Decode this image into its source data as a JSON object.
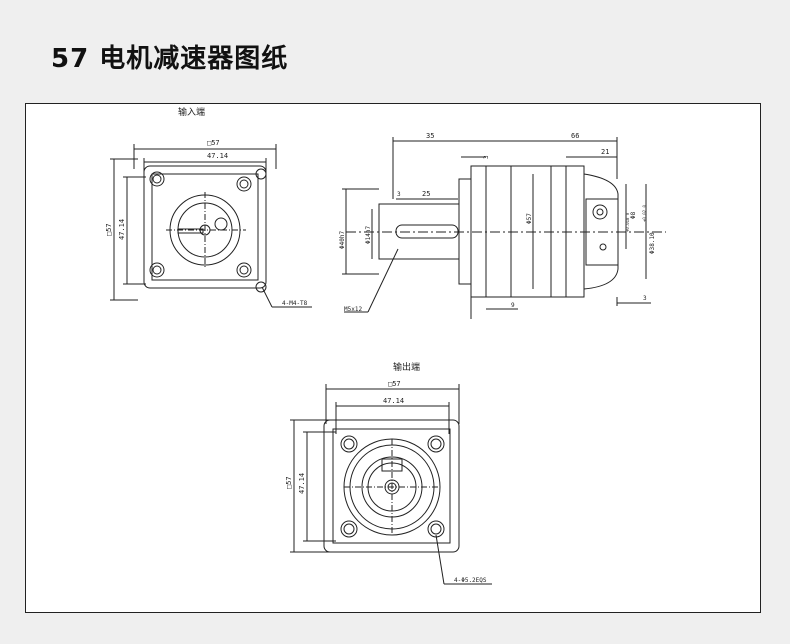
{
  "header": {
    "title": "57 电机减速器图纸"
  },
  "drawing": {
    "input_view": {
      "title": "输入端",
      "width_dim": "□57",
      "hole_spacing_dim": "47.14",
      "height_dim": "□57",
      "height_hole_dim": "47.14",
      "hole_note": "4-M4-T8"
    },
    "side_view": {
      "length_35": "35",
      "length_66": "66",
      "length_21": "21",
      "small_dim_3_top": "3",
      "keyway_3": "3",
      "keyway_25": "25",
      "shaft_dia": "Φ40h7",
      "shaft_small": "Φ14h7",
      "body_dia": "Φ57",
      "pilot_dia": "Φ38.10",
      "bore_dia": "Φ8",
      "bore_tol": "+0.018 0",
      "pilot_tol": "+0.02 0",
      "thread_note": "M5x12",
      "length_9": "9",
      "length_3": "3"
    },
    "output_view": {
      "title": "输出端",
      "width_dim": "□57",
      "hole_spacing_dim": "47.14",
      "height_dim": "□57",
      "height_hole_dim": "47.14",
      "hole_note": "4-Φ5.2EQS"
    }
  },
  "colors": {
    "line": "#222222",
    "page_bg": "#efefef",
    "frame_bg": "#ffffff"
  }
}
